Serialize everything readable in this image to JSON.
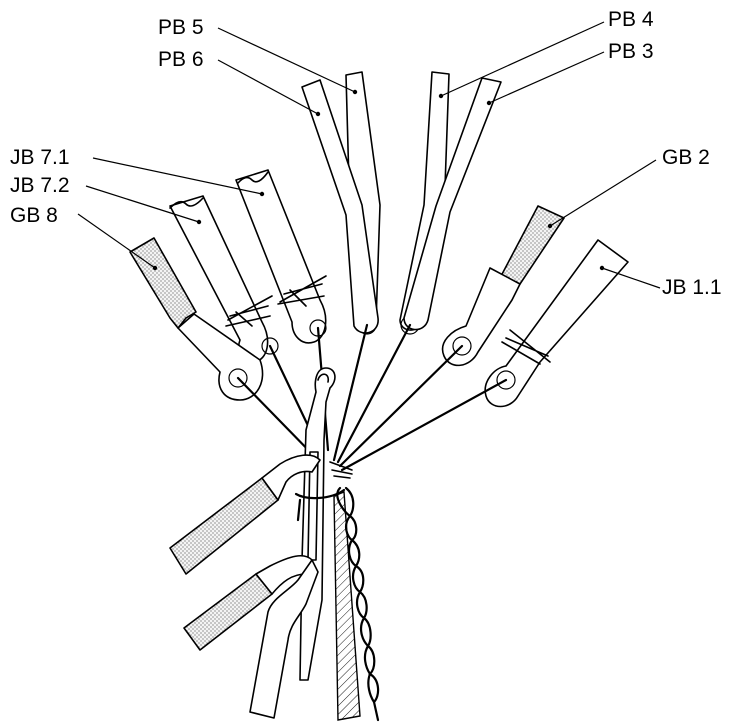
{
  "labels": {
    "pb5": "PB 5",
    "pb6": "PB 6",
    "pb4": "PB 4",
    "pb3": "PB 3",
    "jb71": "JB 7.1",
    "jb72": "JB 7.2",
    "gb8": "GB 8",
    "gb2": "GB 2",
    "jb11": "JB 1.1"
  }
}
